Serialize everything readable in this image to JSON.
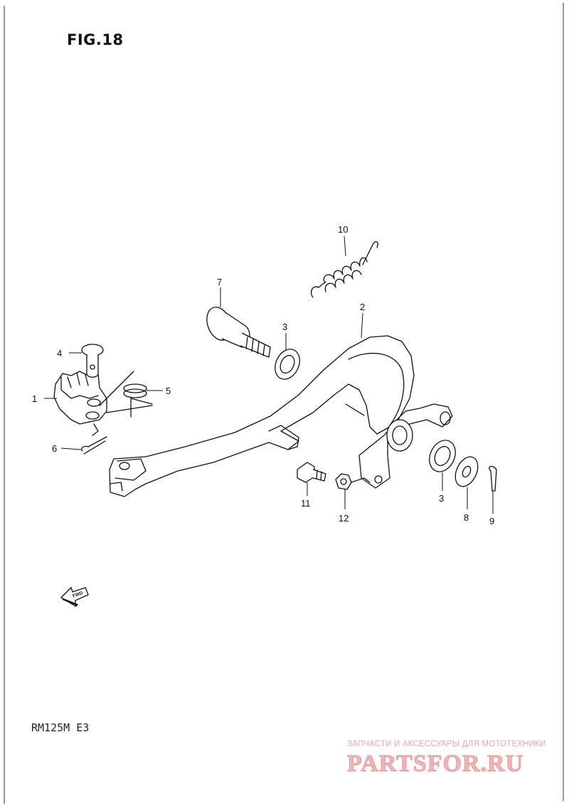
{
  "figure": {
    "title": "FIG.18",
    "model": "RM125M  E3"
  },
  "callouts": [
    {
      "id": "1"
    },
    {
      "id": "2"
    },
    {
      "id": "3"
    },
    {
      "id": "3"
    },
    {
      "id": "4"
    },
    {
      "id": "5"
    },
    {
      "id": "6"
    },
    {
      "id": "7"
    },
    {
      "id": "8"
    },
    {
      "id": "9"
    },
    {
      "id": "10"
    },
    {
      "id": "11"
    },
    {
      "id": "12"
    }
  ],
  "fwd_badge": {
    "label": "FWD"
  },
  "watermark": {
    "tagline": "ЗАПЧАСТИ И АКСЕССУАРЫ ДЛЯ МОТОТЕХНИКИ",
    "logo": "PARTSFOR.RU",
    "color": "#e8a8a8"
  }
}
